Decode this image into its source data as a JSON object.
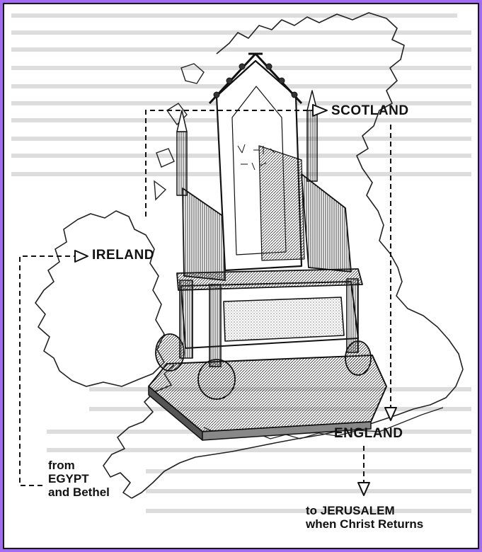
{
  "labels": {
    "scotland": "SCOTLAND",
    "ireland": "IRELAND",
    "england": "ENGLAND",
    "from_1": "from",
    "from_2": "EGYPT",
    "from_3": "and Bethel",
    "to_1": "to JERUSALEM",
    "to_2": "when Christ Returns"
  },
  "colors": {
    "frame_border": "#a16cf0",
    "ink": "#111111",
    "background": "#ffffff"
  },
  "icons": {
    "arrowhead": "hollow-triangle-arrow",
    "artifact": "coronation-chair-illustration"
  }
}
